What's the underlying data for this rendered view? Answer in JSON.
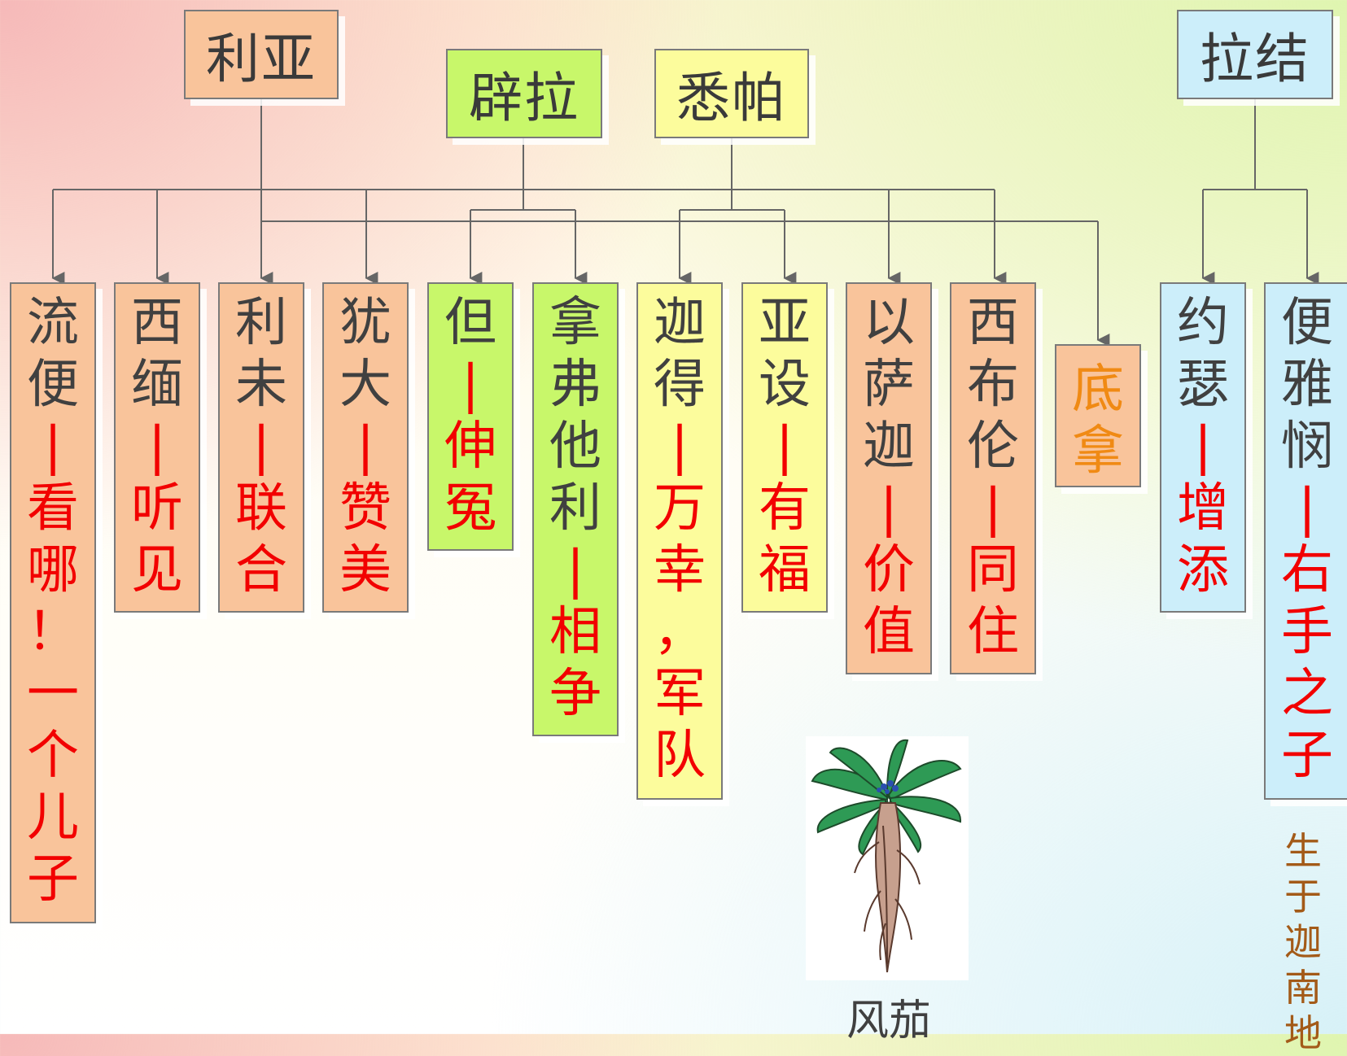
{
  "mothers": [
    {
      "id": "leah",
      "name": "利亚",
      "color": "#f9c49b"
    },
    {
      "id": "bilhah",
      "name": "辟拉",
      "color": "#c8f76a"
    },
    {
      "id": "zilpah",
      "name": "悉帕",
      "color": "#fcfc9c"
    },
    {
      "id": "rachel",
      "name": "拉结",
      "color": "#cceefa"
    }
  ],
  "children": [
    {
      "name": "流便",
      "meaning": "看哪！一个儿子",
      "mother": "leah"
    },
    {
      "name": "西缅",
      "meaning": "听见",
      "mother": "leah"
    },
    {
      "name": "利未",
      "meaning": "联合",
      "mother": "leah"
    },
    {
      "name": "犹大",
      "meaning": "赞美",
      "mother": "leah"
    },
    {
      "name": "但",
      "meaning": "伸冤",
      "mother": "bilhah"
    },
    {
      "name": "拿弗他利",
      "meaning": "相争",
      "mother": "bilhah"
    },
    {
      "name": "迦得",
      "meaning": "万幸，军队",
      "mother": "zilpah"
    },
    {
      "name": "亚设",
      "meaning": "有福",
      "mother": "zilpah"
    },
    {
      "name": "以萨迦",
      "meaning": "价值",
      "mother": "leah"
    },
    {
      "name": "西布伦",
      "meaning": "同住",
      "mother": "leah"
    },
    {
      "name": "底拿",
      "meaning": "",
      "mother": "leah"
    },
    {
      "name": "约瑟",
      "meaning": "增添",
      "mother": "rachel"
    },
    {
      "name": "便雅悯",
      "meaning": "右手之子",
      "mother": "rachel"
    }
  ],
  "separator": "|",
  "plant": {
    "caption": "风茄"
  },
  "side_note": "生于迦南地"
}
